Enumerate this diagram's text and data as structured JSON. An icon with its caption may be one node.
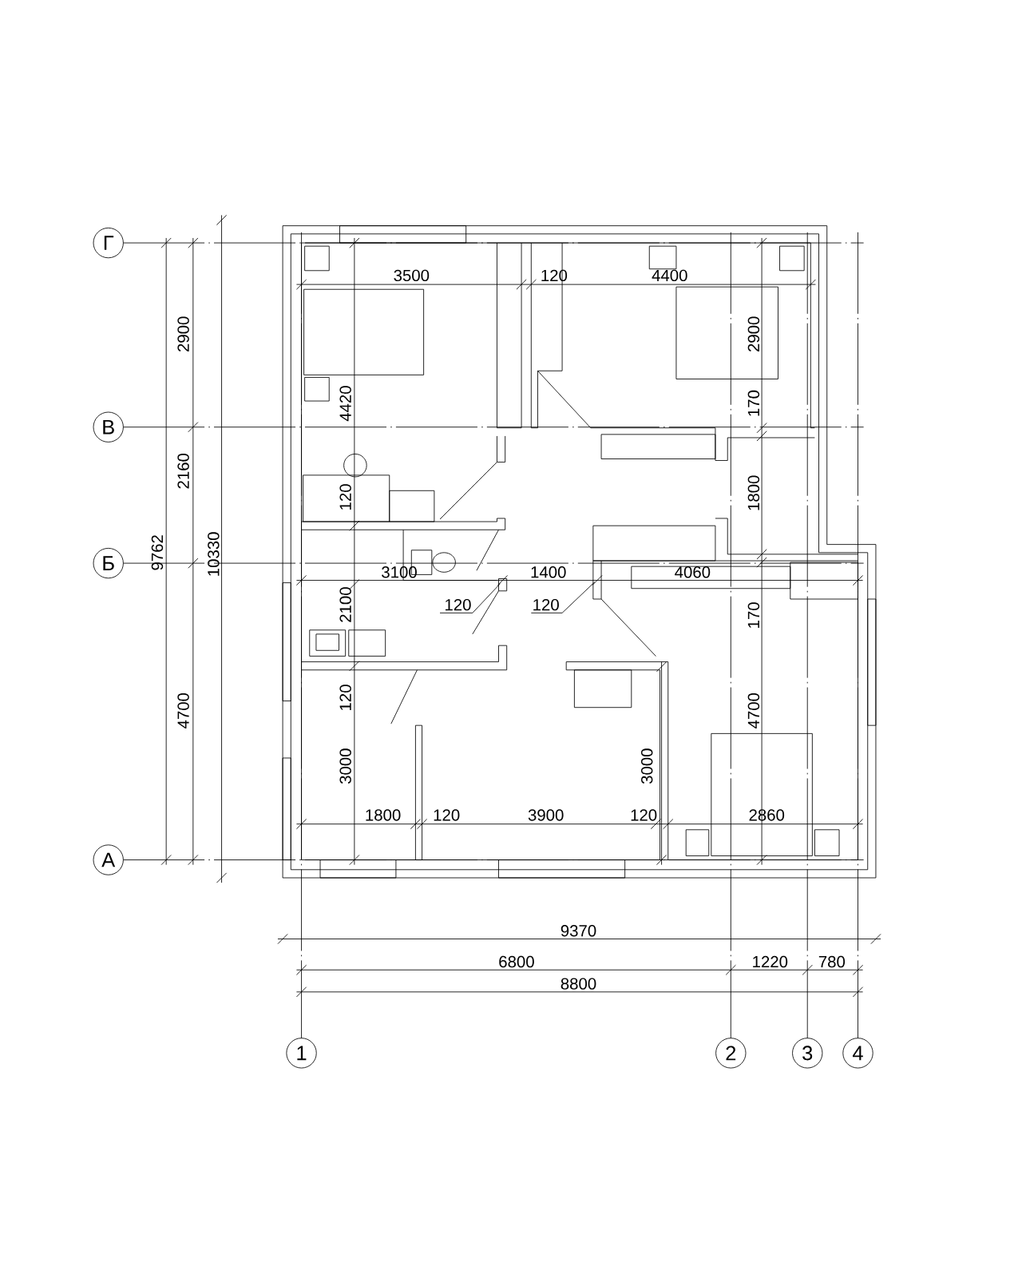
{
  "diagram": {
    "nodes": [
      {
        "text": [
          "Г"
        ]
      },
      {
        "text": [
          "В"
        ]
      },
      {
        "text": [
          "Б"
        ]
      },
      {
        "text": [
          "А"
        ]
      },
      {
        "text": [
          "1"
        ]
      },
      {
        "text": [
          "2"
        ]
      },
      {
        "text": [
          "3"
        ]
      },
      {
        "text": [
          "4"
        ]
      }
    ],
    "edges": [],
    "labels": [
      "3500",
      "120",
      "4400",
      "2900",
      "2900",
      "4420",
      "170",
      "2160",
      "120",
      "1800",
      "9762",
      "10330",
      "3100",
      "1400",
      "4060",
      "2100",
      "120",
      "120",
      "170",
      "120",
      "4700",
      "4700",
      "3000",
      "3000",
      "1800",
      "120",
      "3900",
      "120",
      "2860",
      "9370",
      "6800",
      "1220",
      "780",
      "8800"
    ]
  }
}
